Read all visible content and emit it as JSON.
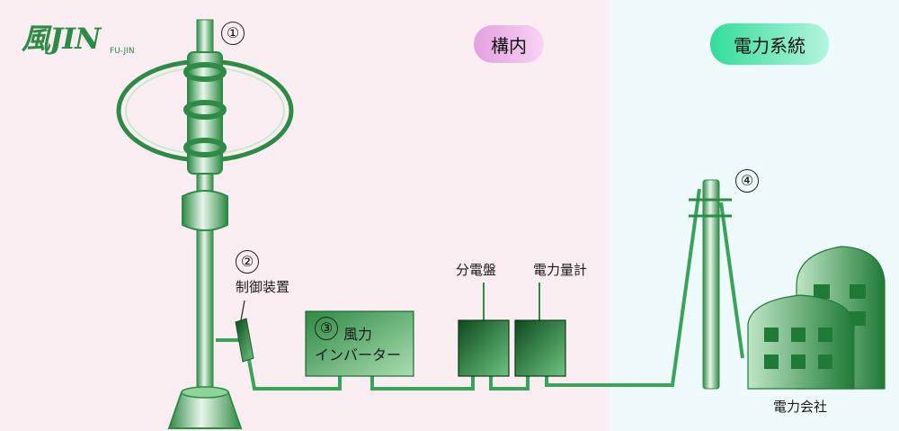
{
  "logo": {
    "mark": "風JIN",
    "sub": "FU-JIN"
  },
  "zones": {
    "premises": "構内",
    "grid": "電力系統"
  },
  "markers": {
    "one": "①",
    "two": "②",
    "three": "③",
    "four": "④"
  },
  "labels": {
    "controller": "制御装置",
    "inverter_line1": "風力",
    "inverter_line2": "インバーター",
    "distribution_board": "分電盤",
    "power_meter": "電力量計",
    "power_company": "電力会社"
  },
  "colors": {
    "premises_bg": "#fbeef3",
    "grid_bg": "#eefafb",
    "premises_pill": "#e59fe0",
    "grid_pill": "#33dd99",
    "equipment_green": "#2e8b45",
    "wire_green": "#3aa35a"
  }
}
